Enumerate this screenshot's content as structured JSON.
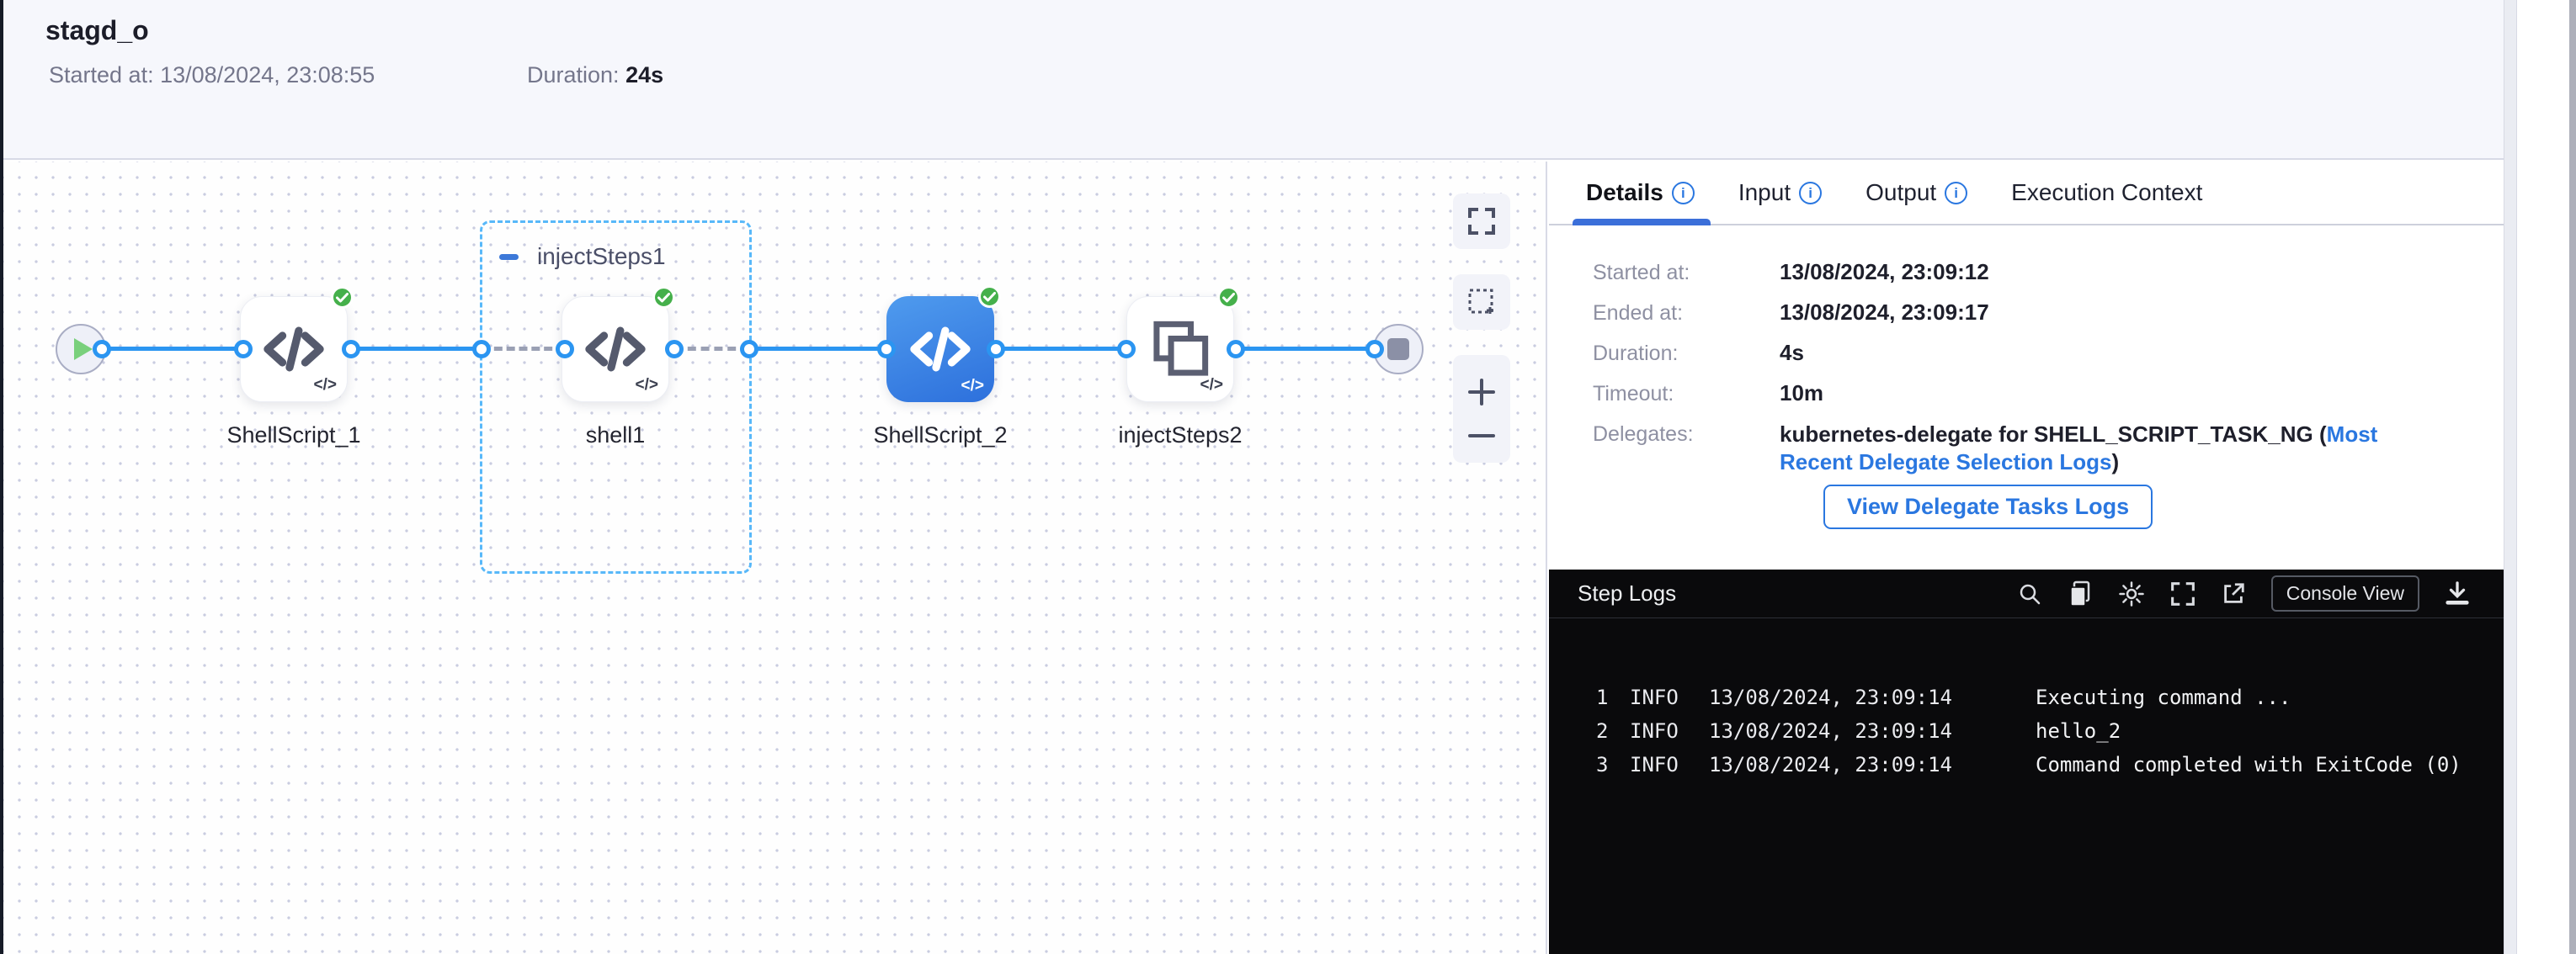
{
  "header": {
    "title": "stagd_o",
    "started_label": "Started at:",
    "started_value": "13/08/2024, 23:08:55",
    "duration_label": "Duration:",
    "duration_value": "24s"
  },
  "pipeline": {
    "start_node": "start",
    "end_node": "stop",
    "group": {
      "label": "injectSteps1"
    },
    "nodes": [
      {
        "label": "ShellScript_1",
        "status": "success",
        "type": "shell-script"
      },
      {
        "label": "shell1",
        "status": "success",
        "type": "shell-script"
      },
      {
        "label": "ShellScript_2",
        "status": "success",
        "type": "shell-script",
        "selected": true
      },
      {
        "label": "injectSteps2",
        "status": "success",
        "type": "step-group"
      }
    ]
  },
  "details_panel": {
    "tabs": [
      {
        "label": "Details",
        "has_info": true,
        "active": true
      },
      {
        "label": "Input",
        "has_info": true,
        "active": false
      },
      {
        "label": "Output",
        "has_info": true,
        "active": false
      },
      {
        "label": "Execution Context",
        "has_info": false,
        "active": false
      }
    ],
    "fields": [
      {
        "label": "Started at:",
        "value": "13/08/2024, 23:09:12"
      },
      {
        "label": "Ended at:",
        "value": "13/08/2024, 23:09:17"
      },
      {
        "label": "Duration:",
        "value": "4s"
      },
      {
        "label": "Timeout:",
        "value": "10m"
      }
    ],
    "delegates": {
      "label": "Delegates:",
      "value_prefix": "kubernetes-delegate for SHELL_SCRIPT_TASK_NG (",
      "link_text": "Most Recent Delegate Selection Logs",
      "value_suffix": ")"
    },
    "button_label": "View Delegate Tasks Logs"
  },
  "step_logs": {
    "title": "Step Logs",
    "console_view_label": "Console View",
    "lines": [
      {
        "num": "1",
        "level": "INFO",
        "time": "13/08/2024, 23:09:14",
        "message": "Executing command ..."
      },
      {
        "num": "2",
        "level": "INFO",
        "time": "13/08/2024, 23:09:14",
        "message": "hello_2"
      },
      {
        "num": "3",
        "level": "INFO",
        "time": "13/08/2024, 23:09:14",
        "message": "Command completed with ExitCode (0)"
      }
    ]
  },
  "colors": {
    "accent_blue": "#2a77e0",
    "connector_blue": "#2b95f1",
    "success_green": "#45b04b",
    "selected_node_gradient": [
      "#4f9bee",
      "#2d70dc"
    ],
    "logs_background": "#0a0a0c"
  }
}
